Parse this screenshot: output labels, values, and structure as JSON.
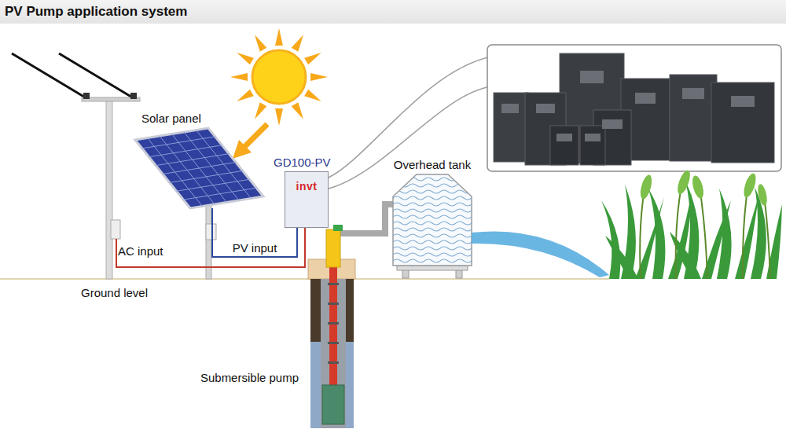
{
  "diagram": {
    "title": "PV Pump application system",
    "nodes": [
      {
        "text": [
          "Solar panel"
        ]
      },
      {
        "text": [
          "GD100-PV",
          "invt"
        ]
      },
      {
        "text": [
          "Overhead tank"
        ]
      },
      {
        "text": [
          "Submersible pump"
        ]
      }
    ],
    "edges": [
      {
        "from": 0,
        "to": 1,
        "arrow": "none",
        "label": "PV input"
      }
    ],
    "labels": [
      "AC input",
      "Ground level"
    ]
  }
}
